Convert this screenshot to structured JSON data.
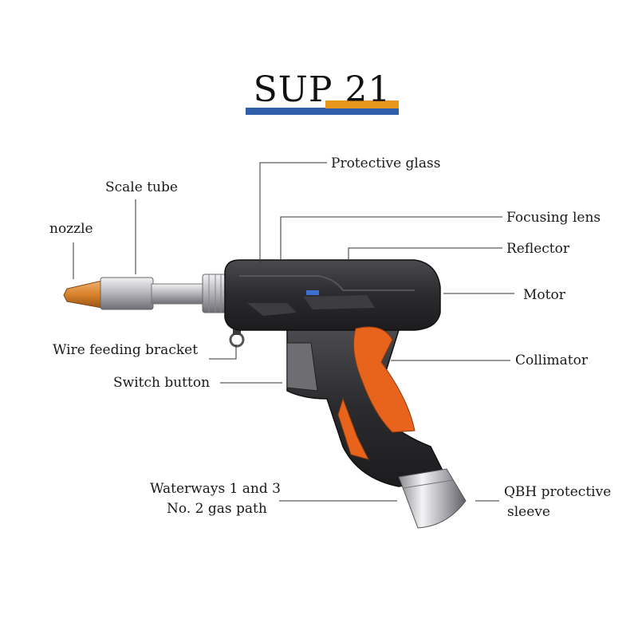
{
  "title": "SUP 21",
  "colors": {
    "title_blue": "#2f5fa8",
    "title_orange": "#e8961c",
    "body_dark": "#2b2b2e",
    "accent_orange": "#e8641c",
    "nozzle_copper": "#d9822b",
    "metal_silver": "#c8c8cc",
    "leader_line": "#333333"
  },
  "labels": {
    "protective_glass": "Protective glass",
    "scale_tube": "Scale tube",
    "nozzle": "nozzle",
    "focusing_lens": "Focusing lens",
    "reflector": "Reflector",
    "motor": "Motor",
    "wire_feeding_bracket": "Wire feeding bracket",
    "collimator": "Collimator",
    "switch_button": "Switch button",
    "waterways_line1": "Waterways 1 and 3",
    "waterways_line2": "No. 2 gas path",
    "qbh_line1": "QBH protective",
    "qbh_line2": "sleeve"
  }
}
